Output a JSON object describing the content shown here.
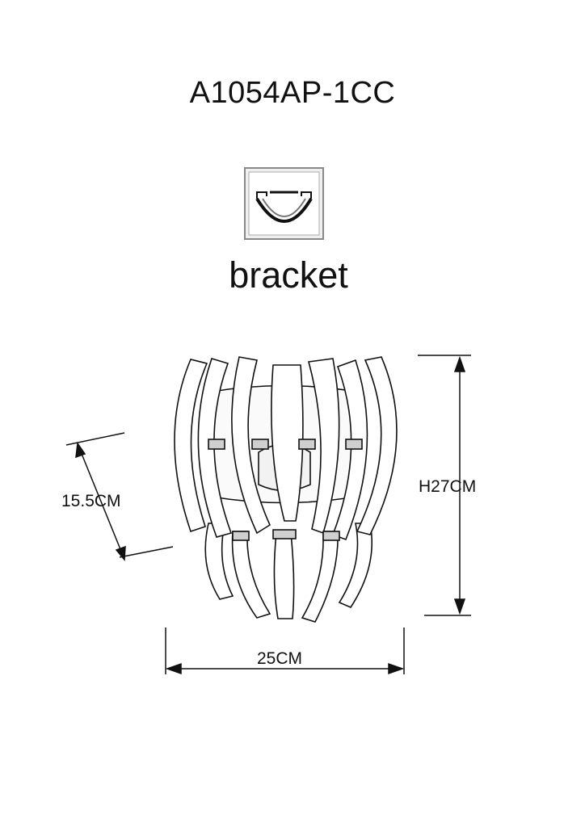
{
  "header": {
    "model": "A1054AP-1CC"
  },
  "mount": {
    "icon": "bracket-mount-icon",
    "label": "bracket"
  },
  "dimensions": {
    "height": "H27CM",
    "depth": "15.5CM",
    "width": "25CM"
  },
  "colors": {
    "line": "#111111",
    "icon_frame": "#888888",
    "icon_fill": "#f0f0f0"
  }
}
